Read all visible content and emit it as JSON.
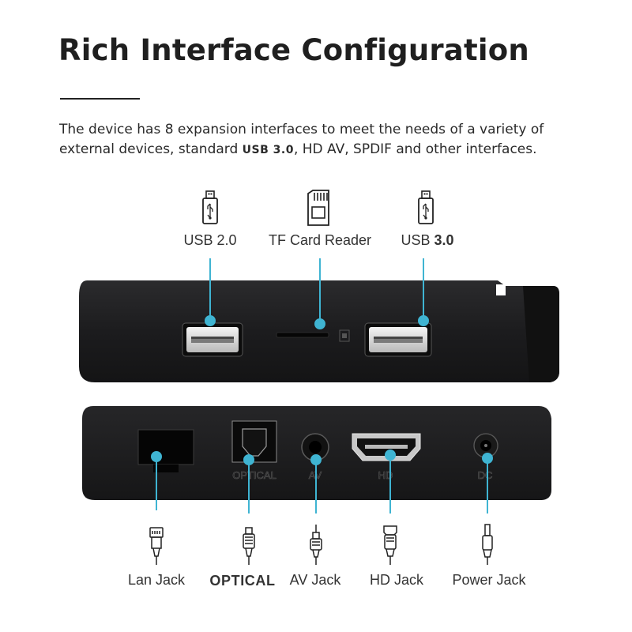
{
  "header": {
    "title": "Rich Interface Configuration",
    "desc_part1": "The device has 8 expansion interfaces to meet the needs of a variety of external devices, standard ",
    "desc_usb": "USB 3.0",
    "desc_part2": ", HD  AV, SPDIF and other interfaces."
  },
  "top_ports": {
    "usb2": "USB 2.0",
    "tf": "TF Card Reader",
    "usb3_prefix": "USB ",
    "usb3_num": "3.0"
  },
  "back_panel_print": {
    "optical": "OPTICAL",
    "av": "AV",
    "hd": "HD",
    "dc": "DC"
  },
  "bottom_ports": {
    "lan": "Lan Jack",
    "optical": "OPTICAL",
    "av": "AV Jack",
    "hd": "HD Jack",
    "power": "Power Jack"
  },
  "icons": [
    "usb-stick-icon",
    "sd-card-icon",
    "usb-stick-icon",
    "ethernet-plug-icon",
    "optical-plug-icon",
    "av-plug-icon",
    "hdmi-plug-icon",
    "dc-plug-icon"
  ],
  "colors": {
    "accent": "#3fb4d2",
    "device": "#1d1d1f",
    "text": "#222222"
  }
}
